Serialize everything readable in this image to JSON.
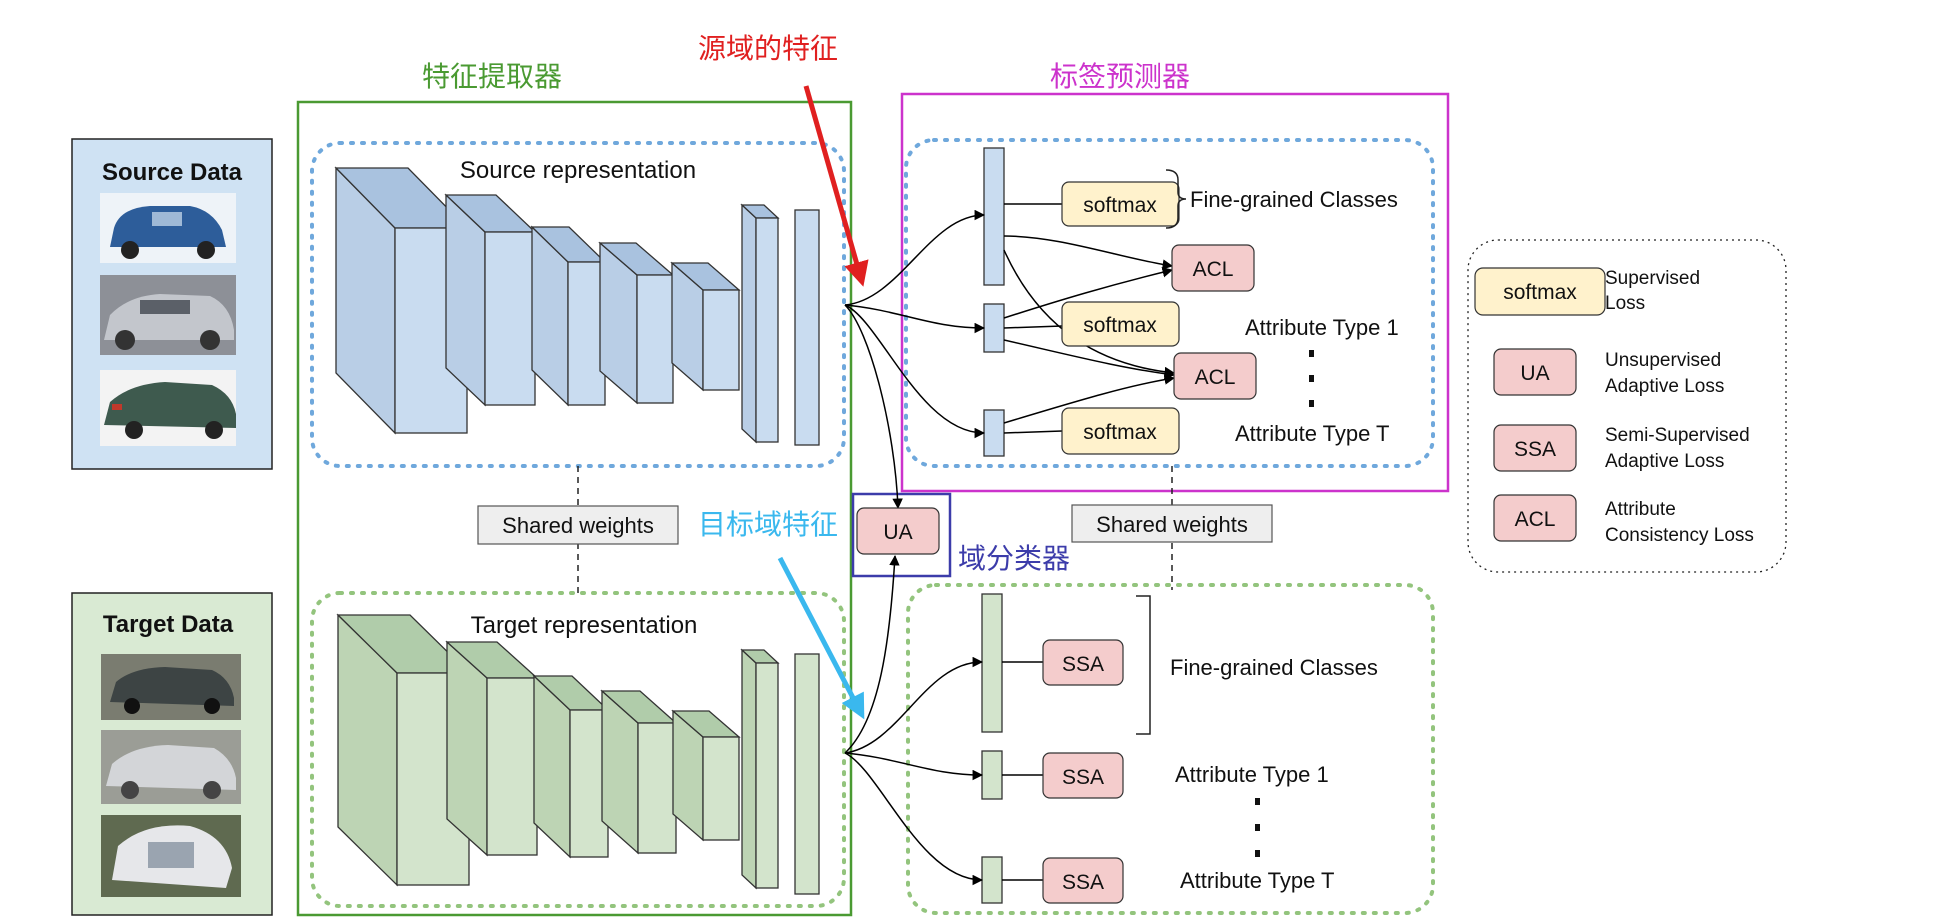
{
  "colors": {
    "extractor_green": "#4a9a32",
    "predictor_magenta": "#cc33cc",
    "classifier_blue": "#3c3caa",
    "source_red": "#e02020",
    "target_cyan": "#3ab8ee",
    "source_fill": "#c9dcf0",
    "target_fill": "#d3e4cc",
    "softmax_fill": "#fff2cc",
    "loss_fill": "#f4cccc",
    "source_dotted": "#6fa8dc",
    "target_dotted": "#93c47d"
  },
  "source_panel": {
    "title": "Source Data",
    "images": [
      "car-photo-blue-hatchback",
      "car-photo-silver-sedan",
      "car-photo-green-sedan"
    ]
  },
  "target_panel": {
    "title": "Target Data",
    "images": [
      "car-photo-street-wagon",
      "car-photo-street-sedan",
      "car-photo-street-topdown"
    ]
  },
  "extractor_label": "特征提取器",
  "source_feature_label": "源域的特征",
  "predictor_label": "标签预测器",
  "target_feature_label": "目标域特征",
  "domain_classifier_label": "域分类器",
  "source_representation": "Source representation",
  "target_representation": "Target representation",
  "shared_weights": "Shared weights",
  "ua_label": "UA",
  "source_heads": {
    "softmax": "softmax",
    "acl": "ACL",
    "fine_grained": "Fine-grained Classes",
    "attr_1": "Attribute Type 1",
    "attr_t": "Attribute Type T"
  },
  "target_heads": {
    "ssa": "SSA",
    "fine_grained": "Fine-grained Classes",
    "attr_1": "Attribute Type 1",
    "attr_t": "Attribute Type T"
  },
  "legend": [
    {
      "box": "softmax",
      "line1": "Supervised",
      "line2": "Loss"
    },
    {
      "box": "UA",
      "line1": "Unsupervised",
      "line2": "Adaptive Loss"
    },
    {
      "box": "SSA",
      "line1": "Semi-Supervised",
      "line2": "Adaptive Loss"
    },
    {
      "box": "ACL",
      "line1": "Attribute",
      "line2": "Consistency Loss"
    }
  ]
}
